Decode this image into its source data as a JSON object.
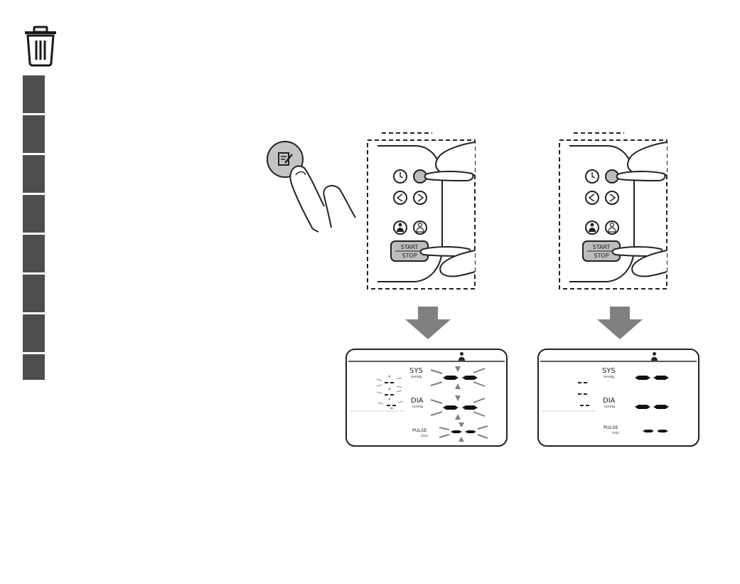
{
  "icons": {
    "delete": "trash-can-icon",
    "edit": "memo-edit-icon",
    "clock": "clock-icon",
    "left": "left-arrow-icon",
    "right": "right-arrow-icon",
    "user1": "user-1-icon",
    "user2": "user-2-icon",
    "user": "user-icon"
  },
  "colors": {
    "tab": "#4e4e4e",
    "arrow": "#808080",
    "button_fill": "#bdbdbd"
  },
  "device_left": {
    "start_label": "START",
    "stop_label": "STOP"
  },
  "device_right": {
    "start_label": "START",
    "stop_label": "STOP"
  },
  "display_left": {
    "sys_label": "SYS",
    "sys_unit": "mmHg",
    "dia_label": "DIA",
    "dia_unit": "mmHg",
    "pulse_label": "PULSE",
    "pulse_unit": "/min"
  },
  "display_right": {
    "sys_label": "SYS",
    "sys_unit": "mmHg",
    "dia_label": "DIA",
    "dia_unit": "mmHg",
    "pulse_label": "PULSE",
    "pulse_unit": "/min"
  }
}
